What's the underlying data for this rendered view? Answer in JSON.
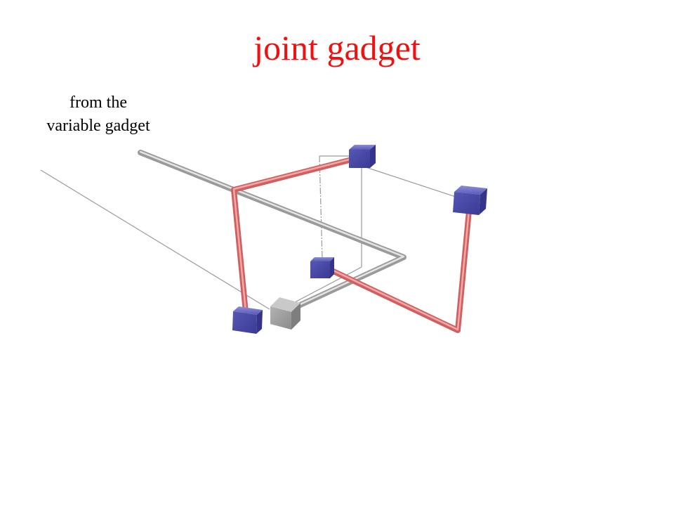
{
  "title": "joint gadget",
  "caption": {
    "line1": "from the",
    "line2": "variable gadget"
  },
  "colors": {
    "title": "#ee1111",
    "red_tube": "#d96b6b",
    "red_tube_highlight": "#f0a3a3",
    "grey_tube": "#a8a8a8",
    "grey_tube_highlight": "#e6e6e6",
    "blue_cube": "#4a4aa8",
    "grey_cube": "#a0a0a0",
    "thin_line": "#9a9a9a"
  }
}
